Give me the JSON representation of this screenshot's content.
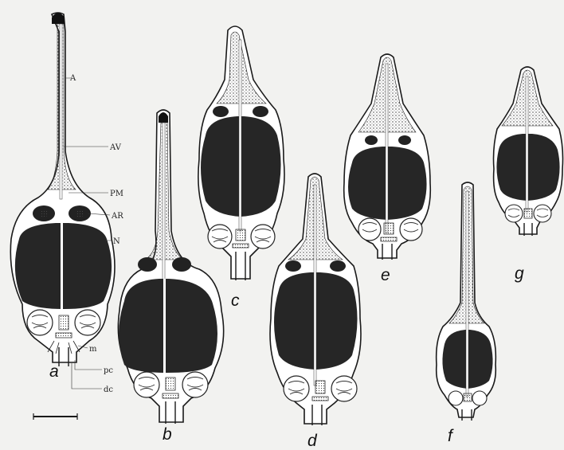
{
  "figure": {
    "panels": [
      {
        "id": "a",
        "label": "a"
      },
      {
        "id": "b",
        "label": "b"
      },
      {
        "id": "c",
        "label": "c"
      },
      {
        "id": "d",
        "label": "d"
      },
      {
        "id": "e",
        "label": "e"
      },
      {
        "id": "f",
        "label": "f"
      },
      {
        "id": "g",
        "label": "g"
      }
    ],
    "annotations": {
      "A": "A",
      "AV": "AV",
      "PM": "PM",
      "AR": "AR",
      "N": "N",
      "m": "m",
      "pc": "pc",
      "dc": "dc"
    },
    "colors": {
      "background": "#f2f2f0",
      "nucleus": "#262626",
      "outline": "#1a1a1a",
      "cytoplasm": "#ffffff"
    }
  }
}
